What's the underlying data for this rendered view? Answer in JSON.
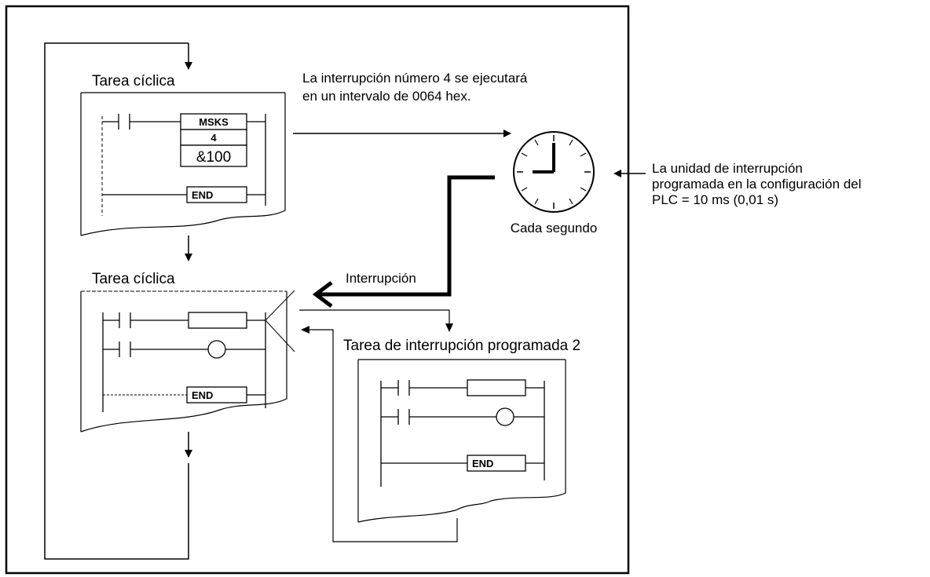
{
  "labels": {
    "cyclic_task_1": "Tarea cíclica",
    "cyclic_task_2": "Tarea cíclica",
    "interrupt_note_line1": "La interrupción número 4 se ejecutará",
    "interrupt_note_line2": "en un intervalo de 0064 hex.",
    "every_second": "Cada segundo",
    "interruption": "Interrupción",
    "scheduled_task": "Tarea de interrupción programada 2",
    "unit_note_line1": "La unidad de interrupción",
    "unit_note_line2": "programada en la configuración del",
    "unit_note_line3": "PLC = 10 ms (0,01 s)"
  },
  "ladder": {
    "msks_instr": "MSKS",
    "msks_operand1": "4",
    "msks_operand2": "&100",
    "end_1": "END",
    "end_2": "END",
    "end_3": "END"
  },
  "icons": {
    "clock": "clock-icon"
  }
}
